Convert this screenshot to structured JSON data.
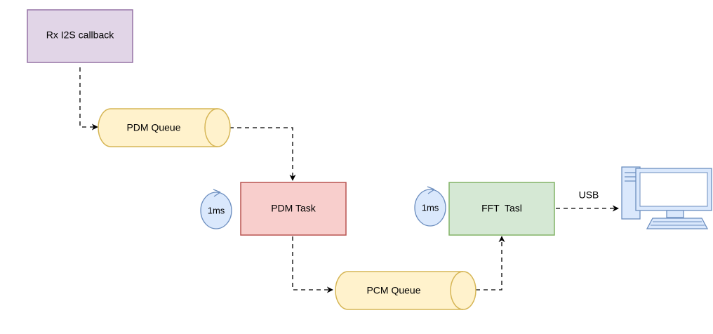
{
  "nodes": {
    "callback": {
      "label": "Rx I2S callback",
      "fill": "#e1d5e7",
      "stroke": "#9673a6"
    },
    "pdm_queue": {
      "label": "PDM Queue",
      "fill": "#fff2cc",
      "stroke": "#d6b656"
    },
    "pdm_task": {
      "label": "PDM Task",
      "fill": "#f8cecc",
      "stroke": "#b85450"
    },
    "pcm_queue": {
      "label": "PCM Queue",
      "fill": "#fff2cc",
      "stroke": "#d6b656"
    },
    "fft_task": {
      "label": "FFT  Tasl",
      "fill": "#d5e8d4",
      "stroke": "#82b366"
    },
    "timer_pdm": {
      "label": "1ms",
      "icon": "timer-icon",
      "fill": "#dae8fc",
      "stroke": "#6c8ebf"
    },
    "timer_fft": {
      "label": "1ms",
      "icon": "timer-icon",
      "fill": "#dae8fc",
      "stroke": "#6c8ebf"
    },
    "computer": {
      "icon": "desktop-computer-icon",
      "fill": "#dae8fc",
      "stroke": "#6c8ebf"
    }
  },
  "edges": {
    "usb": {
      "label": "USB"
    }
  }
}
